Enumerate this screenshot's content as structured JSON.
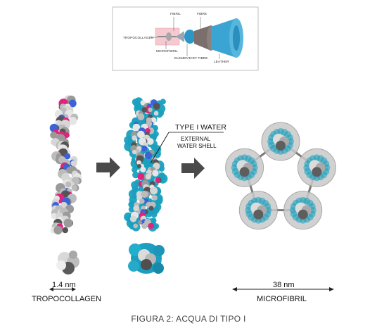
{
  "inset": {
    "labels": {
      "tropocollagen": "TROPOCOLLAGEN",
      "fibril": "FIBRIL",
      "fibre": "FIBRE",
      "microfibril": "MICROFIBRIL",
      "elementary_fibre": "ELEMENTARY FIBRE",
      "leather": "LEATHER"
    }
  },
  "main": {
    "type_i_water": "TYPE I WATER",
    "external_water_shell_line1": "EXTERNAL",
    "external_water_shell_line2": "WATER SHELL",
    "scale_tropocollagen": "1.4 nm",
    "label_tropocollagen": "TROPOCOLLAGEN",
    "scale_microfibril": "38 nm",
    "label_microfibril": "MICROFIBRIL"
  },
  "colors": {
    "gray": "#9a9a9a",
    "dark_gray": "#555555",
    "light_gray": "#d6d6d6",
    "pink": "#e0247e",
    "blue": "#3b63d6",
    "cyan": "#1aa0be",
    "arrow": "#4a4a4a",
    "circle_fill": "#c9c9c9"
  },
  "caption": "FIGURA 2: ACQUA DI TIPO I"
}
